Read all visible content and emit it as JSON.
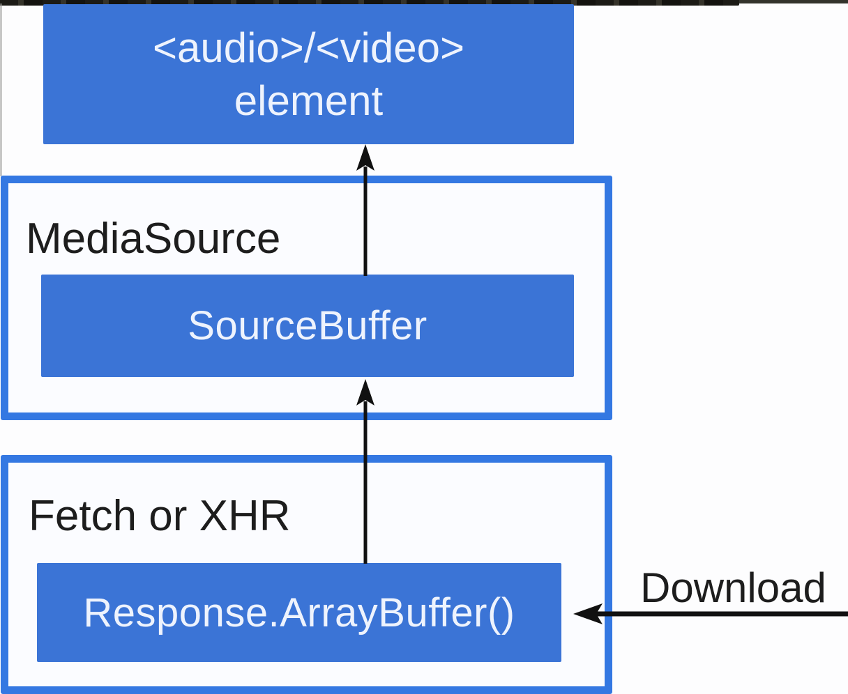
{
  "diagram": {
    "title_semantics": "Media Source Extensions data flow diagram",
    "audio_video_box": {
      "line1": "<audio>/<video>",
      "line2": "element"
    },
    "media_source": {
      "label": "MediaSource",
      "source_buffer_label": "SourceBuffer"
    },
    "fetch": {
      "label": "Fetch or XHR",
      "response_label": "Response.ArrayBuffer()"
    },
    "download_label": "Download",
    "icons": [
      "arrow-up-sourcebuffer-to-element-icon",
      "arrow-up-response-to-sourcebuffer-icon",
      "arrow-left-download-icon"
    ],
    "colors": {
      "box_blue": "#3b74d6",
      "border_blue": "#3478e2",
      "box_text": "#eef3fd",
      "label_black": "#1d1d1d",
      "topbar_black": "#1c1b16",
      "page_bg": "#fdfdfe",
      "arrow_black": "#111111"
    }
  }
}
